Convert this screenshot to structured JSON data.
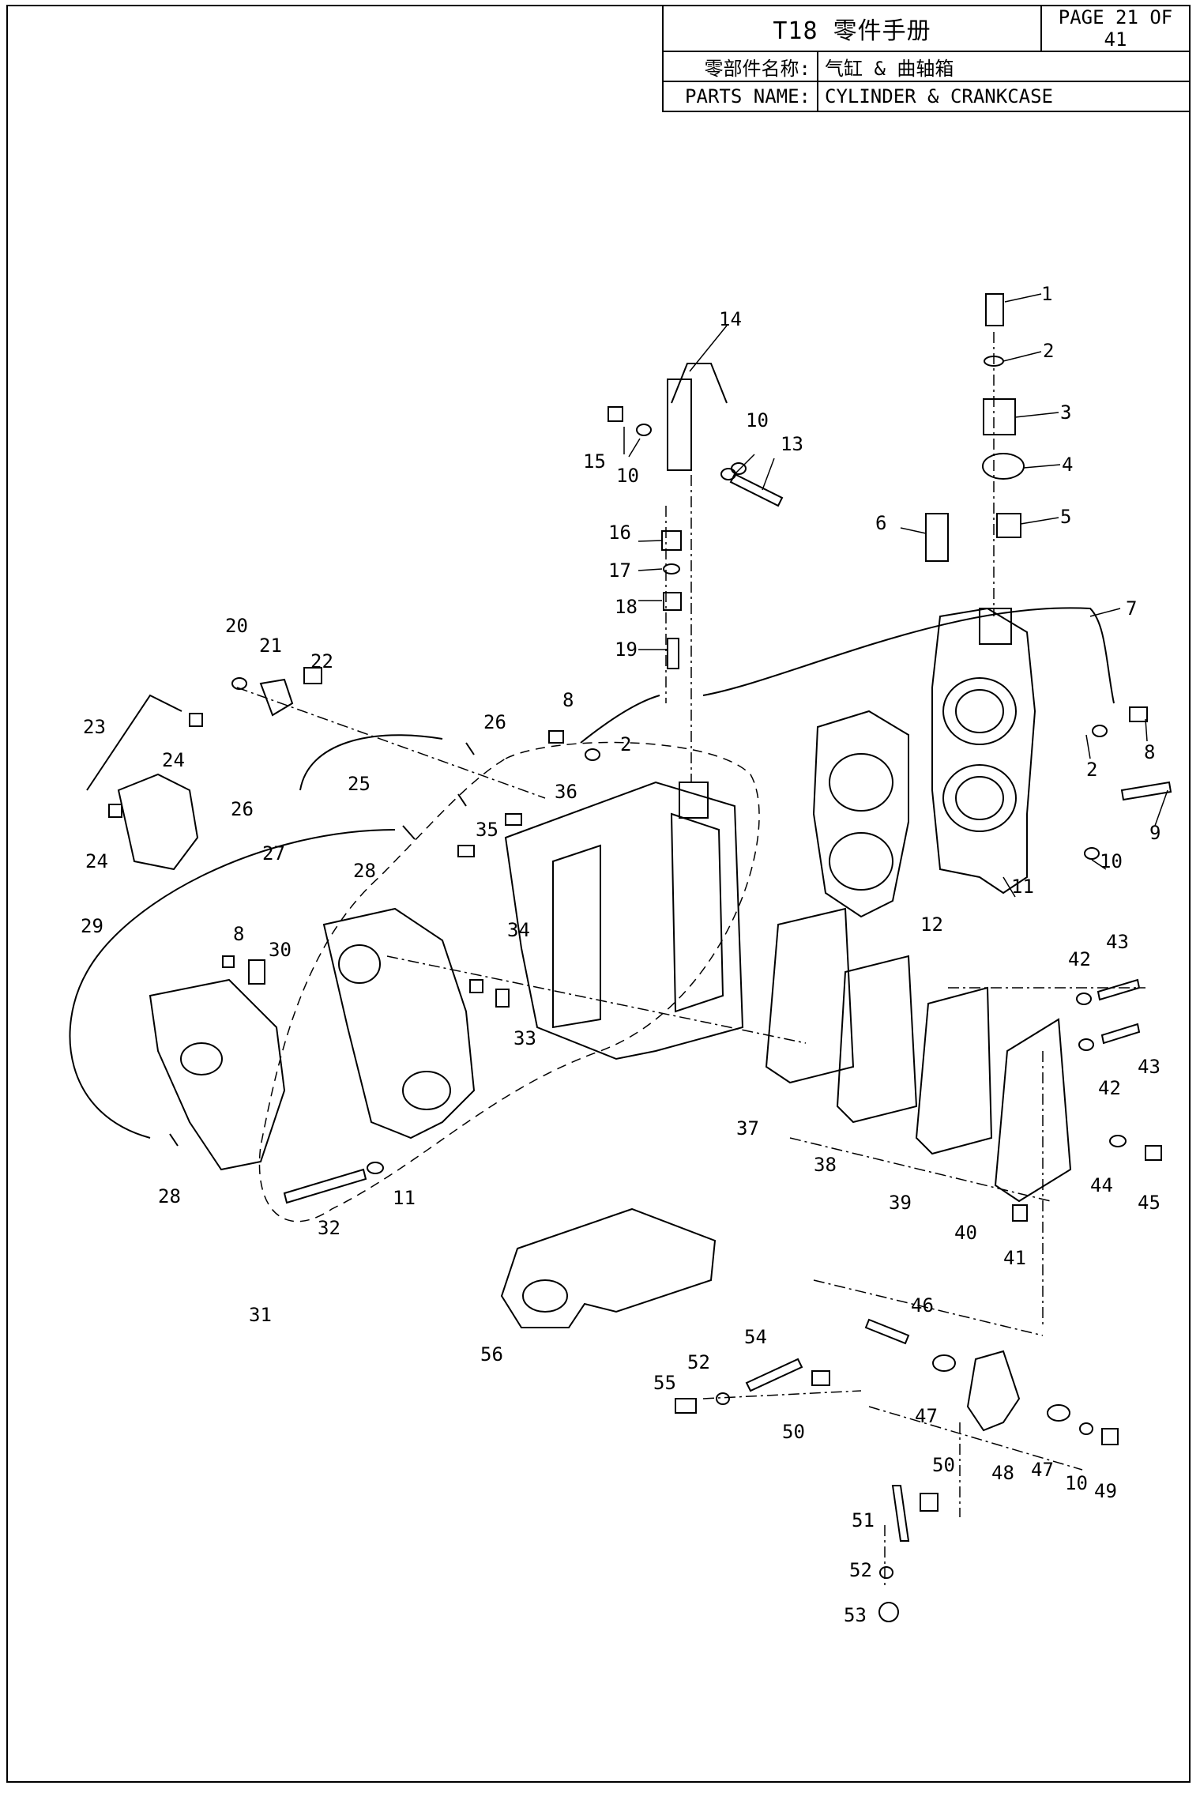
{
  "header": {
    "manual_title": "T18 零件手册",
    "page": "PAGE 21 OF 41",
    "name_label_cn": "零部件名称:",
    "name_value_cn": "气缸 & 曲轴箱",
    "name_label_en": "PARTS NAME:",
    "name_value_en": "CYLINDER & CRANKCASE"
  },
  "callouts": [
    "1",
    "2",
    "3",
    "4",
    "5",
    "6",
    "7",
    "8",
    "9",
    "10",
    "11",
    "12",
    "13",
    "14",
    "15",
    "16",
    "17",
    "18",
    "19",
    "20",
    "21",
    "22",
    "23",
    "24",
    "25",
    "26",
    "27",
    "28",
    "29",
    "30",
    "31",
    "32",
    "33",
    "34",
    "35",
    "36",
    "37",
    "38",
    "39",
    "40",
    "41",
    "42",
    "43",
    "44",
    "45",
    "46",
    "47",
    "48",
    "49",
    "50",
    "51",
    "52",
    "53",
    "54",
    "55",
    "56"
  ],
  "labels": {
    "l1": "1",
    "l2a": "2",
    "l3": "3",
    "l4": "4",
    "l5": "5",
    "l6": "6",
    "l7": "7",
    "l8a": "8",
    "l2b": "2",
    "l9": "9",
    "l10a": "10",
    "l11a": "11",
    "l14": "14",
    "l15": "15",
    "l10b": "10",
    "l10c": "10",
    "l13": "13",
    "l16": "16",
    "l17": "17",
    "l18": "18",
    "l19": "19",
    "l8b": "8",
    "l2c": "2",
    "l20": "20",
    "l21": "21",
    "l22": "22",
    "l23": "23",
    "l24a": "24",
    "l24b": "24",
    "l25": "25",
    "l26a": "26",
    "l26b": "26",
    "l27": "27",
    "l36": "36",
    "l35": "35",
    "l28a": "28",
    "l12": "12",
    "l29": "29",
    "l8c": "8",
    "l30": "30",
    "l34": "34",
    "l33": "33",
    "l28b": "28",
    "l11b": "11",
    "l32": "32",
    "l31": "31",
    "l37": "37",
    "l38": "38",
    "l39": "39",
    "l40": "40",
    "l41": "41",
    "l42a": "42",
    "l43a": "43",
    "l42b": "42",
    "l43b": "43",
    "l44": "44",
    "l45": "45",
    "l56": "56",
    "l46": "46",
    "l54": "54",
    "l52a": "52",
    "l55": "55",
    "l50a": "50",
    "l47a": "47",
    "l48": "48",
    "l47b": "47",
    "l10d": "10",
    "l49": "49",
    "l50b": "50",
    "l51": "51",
    "l52b": "52",
    "l53": "53"
  }
}
